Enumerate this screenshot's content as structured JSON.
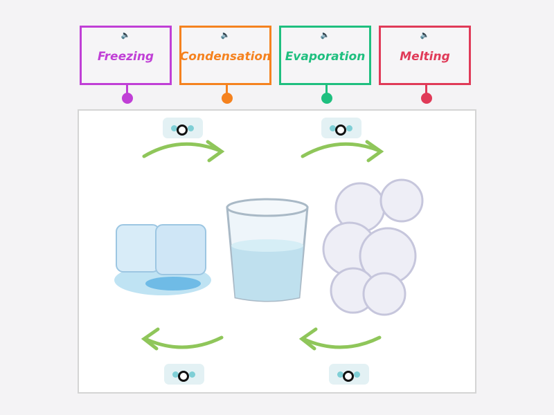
{
  "labels": [
    {
      "text": "Freezing",
      "color": "#c03fd6"
    },
    {
      "text": "Condensation",
      "color": "#f5821f"
    },
    {
      "text": "Evaporation",
      "color": "#1fbf7f"
    },
    {
      "text": "Melting",
      "color": "#e03a58"
    }
  ],
  "icons": {
    "speaker": "speaker-icon"
  }
}
